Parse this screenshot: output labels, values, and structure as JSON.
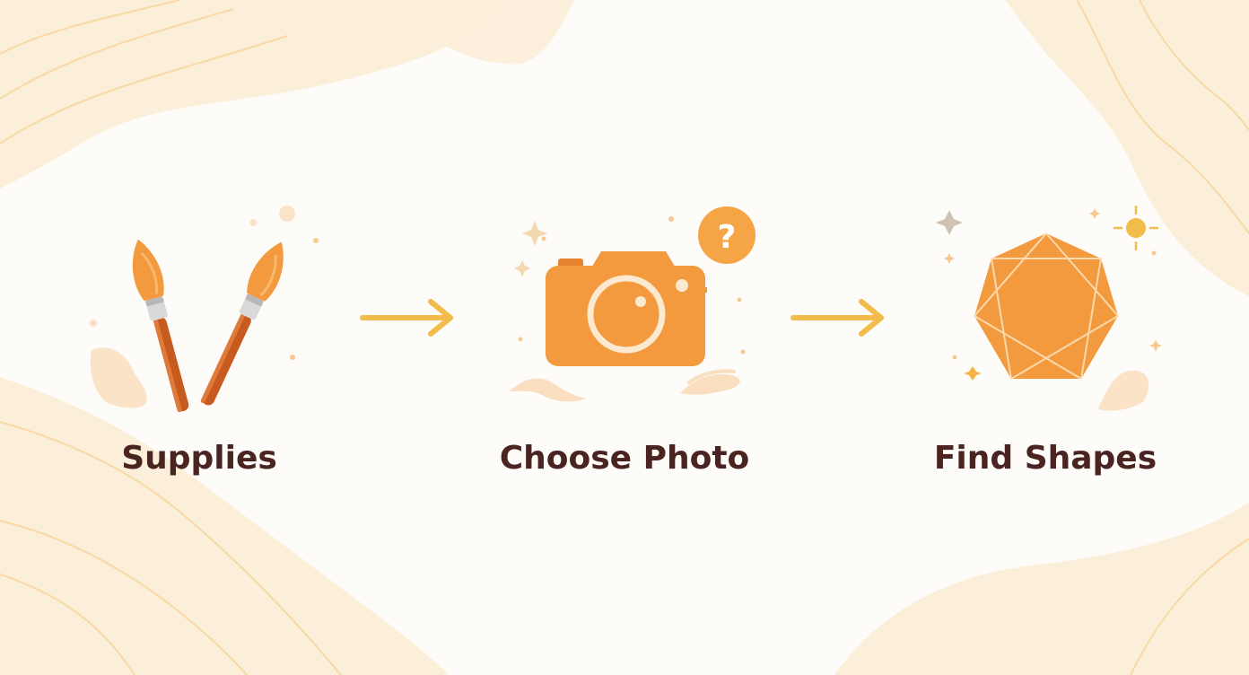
{
  "steps": [
    {
      "label": "Supplies",
      "icon": "paintbrushes-icon"
    },
    {
      "label": "Choose Photo",
      "icon": "camera-icon"
    },
    {
      "label": "Find Shapes",
      "icon": "heptagon-shape-icon"
    }
  ],
  "connectors": [
    "arrow-right-icon",
    "arrow-right-icon"
  ],
  "colors": {
    "accent_orange": "#f39a3e",
    "arrow_yellow": "#f2bc4b",
    "label_text": "#4a2420",
    "background": "#fefcf9",
    "blob_peach": "#fbe9cf"
  }
}
